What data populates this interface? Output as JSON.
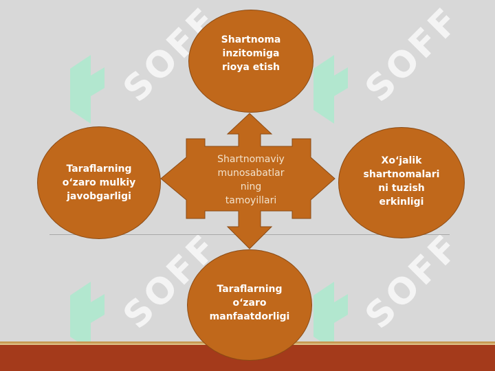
{
  "watermark": {
    "text": "SOFF",
    "brand_color": "#7de0b4"
  },
  "center": {
    "line1": "Shartnomaviy",
    "line2": "munosabatlar",
    "line3": "ning",
    "line4": "tamoyillari"
  },
  "nodes": {
    "top": {
      "line1": "Shartnoma",
      "line2": "inzitomiga",
      "line3": "rioya etish"
    },
    "left": {
      "line1": "Taraflarning",
      "line2": "o‘zaro mulkiy",
      "line3": "javobgarligi"
    },
    "right": {
      "line1": "Xo‘jalik",
      "line2": "shartnomalari",
      "line3": "ni tuzish",
      "line4": "erkinligi"
    },
    "bottom": {
      "line1": "Taraflarning",
      "line2": "o‘zaro",
      "line3": "manfaatdorligi"
    }
  },
  "colors": {
    "node_fill": "#c0681b",
    "arrow_fill": "#c0681b",
    "bar": "#a43a1b",
    "background": "#d8d8d8"
  }
}
